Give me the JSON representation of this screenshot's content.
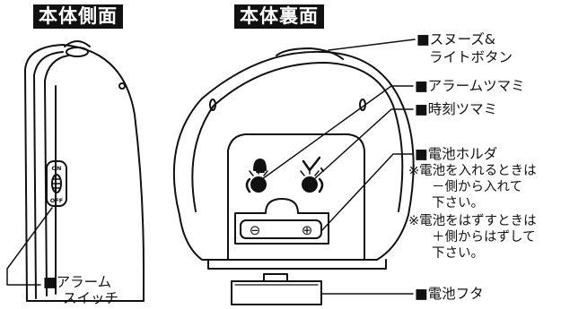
{
  "headers": {
    "side": "本体側面",
    "back": "本体裏面"
  },
  "labels": {
    "snooze_line1": "■スヌーズ&",
    "snooze_line2": "ライトボタン",
    "alarm_knob": "■アラームツマミ",
    "time_knob": "■時刻ツマミ",
    "battery_holder": "■電池ホルダ",
    "battery_cover": "■電池フタ",
    "alarm_switch_line1": "■アラーム",
    "alarm_switch_line2": "スイッチ"
  },
  "notes": {
    "insert": [
      "※電池を入れるときは",
      "－側から入れて",
      "下さい。"
    ],
    "remove": [
      "※電池をはずすときは",
      "＋側からはずして",
      "下さい。"
    ]
  },
  "switch": {
    "on": "ON",
    "off": "OFF"
  },
  "battery": {
    "minus": "⊖",
    "plus": "⊕"
  }
}
